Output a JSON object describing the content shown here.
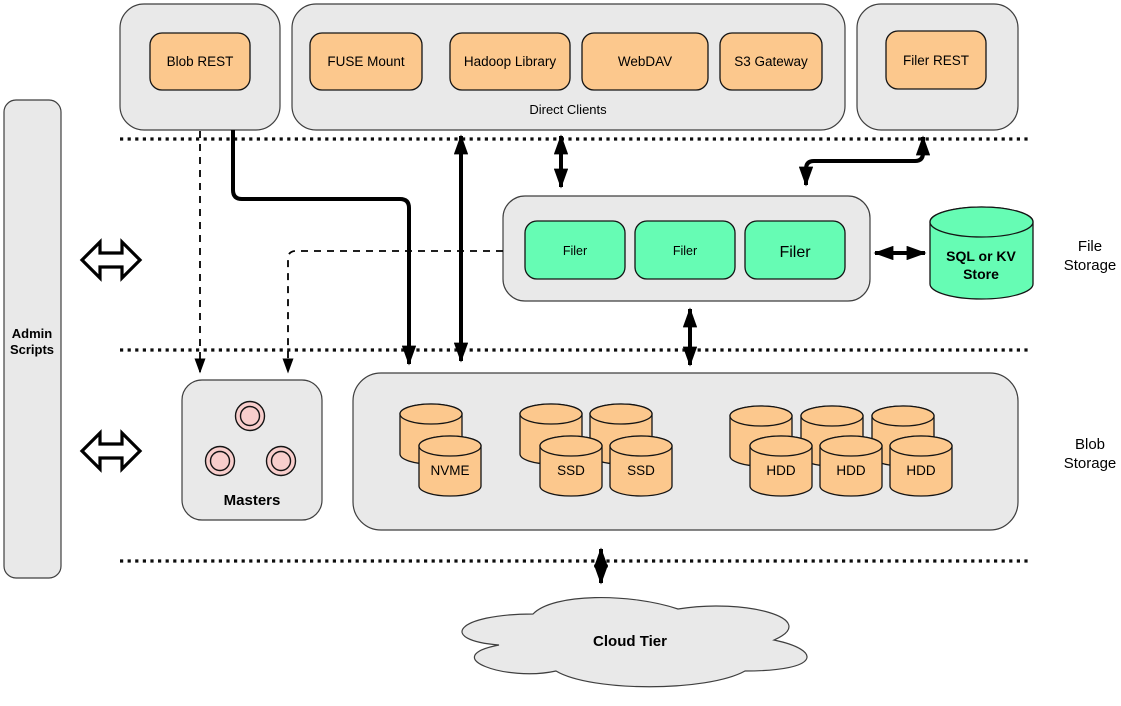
{
  "colors": {
    "group_fill": "#e9e9e9",
    "client_node": "#fcc88d",
    "filer_node": "#66fcb4",
    "store_cylinder": "#66fcb4",
    "disk_cylinder": "#fcc88d",
    "master_node": "#f8cecc",
    "cloud_fill": "#e9e9e9",
    "line": "#000000"
  },
  "admin_panel": {
    "line1": "Admin",
    "line2": "Scripts"
  },
  "top_row": {
    "blob_rest": "Blob REST",
    "direct_clients_label": "Direct Clients",
    "clients": [
      "FUSE Mount",
      "Hadoop Library",
      "WebDAV",
      "S3 Gateway"
    ],
    "filer_rest": "Filer REST"
  },
  "file_tier": {
    "filers": [
      "Filer",
      "Filer",
      "Filer"
    ],
    "store_line1": "SQL or KV",
    "store_line2": "Store",
    "label_line1": "File",
    "label_line2": "Storage"
  },
  "blob_tier": {
    "masters": "Masters",
    "nvme": "NVME",
    "ssd1": "SSD",
    "ssd2": "SSD",
    "hdd1": "HDD",
    "hdd2": "HDD",
    "hdd3": "HDD",
    "label_line1": "Blob",
    "label_line2": "Storage"
  },
  "cloud_tier": {
    "label": "Cloud Tier"
  }
}
